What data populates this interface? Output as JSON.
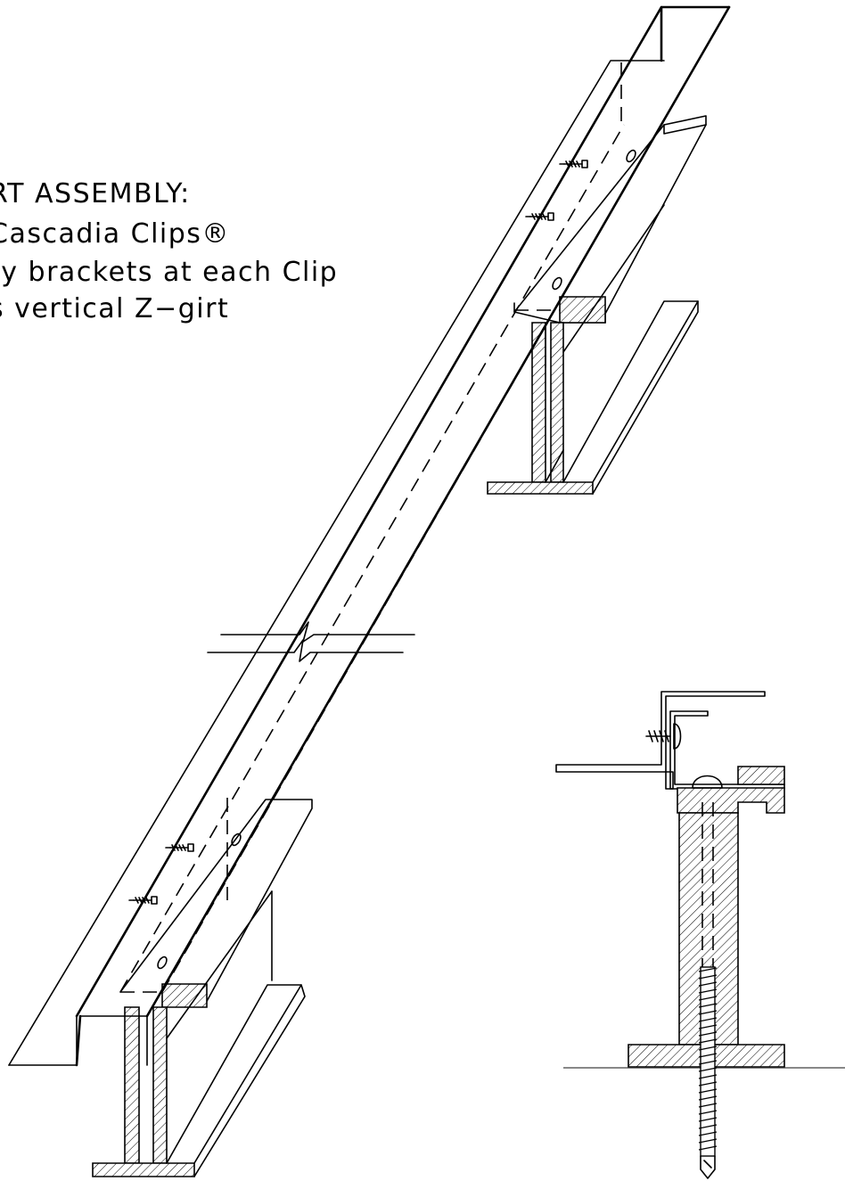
{
  "notes": {
    "line1": "RT ASSEMBLY:",
    "line2": "Cascadia Clips®",
    "line3": "ty brackets at each Clip",
    "line4": "s vertical Z−girt"
  },
  "colors": {
    "line": "#000000",
    "ground_line": "#888888",
    "background": "#ffffff"
  }
}
